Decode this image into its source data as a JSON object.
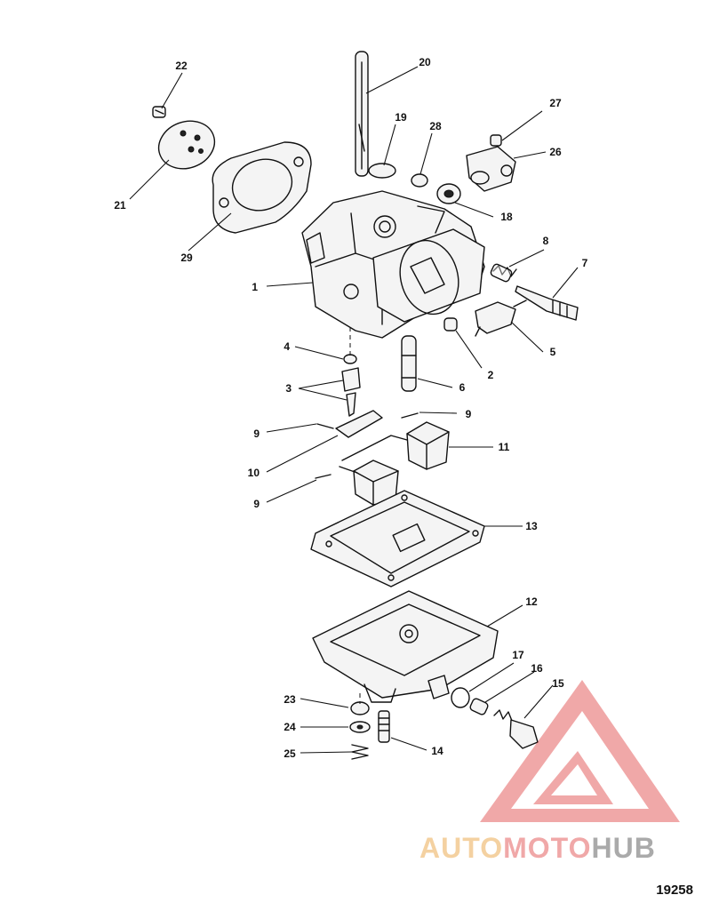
{
  "diagram": {
    "reference_number": "19258",
    "watermark": {
      "text_part1": "AUTO",
      "text_part2": "MOTO",
      "text_part3": "HUB"
    },
    "callouts": [
      "1",
      "2",
      "3",
      "4",
      "5",
      "6",
      "7",
      "8",
      "9",
      "9",
      "9",
      "10",
      "11",
      "12",
      "13",
      "14",
      "15",
      "16",
      "17",
      "18",
      "19",
      "20",
      "21",
      "22",
      "23",
      "24",
      "25",
      "26",
      "27",
      "28",
      "29"
    ]
  }
}
